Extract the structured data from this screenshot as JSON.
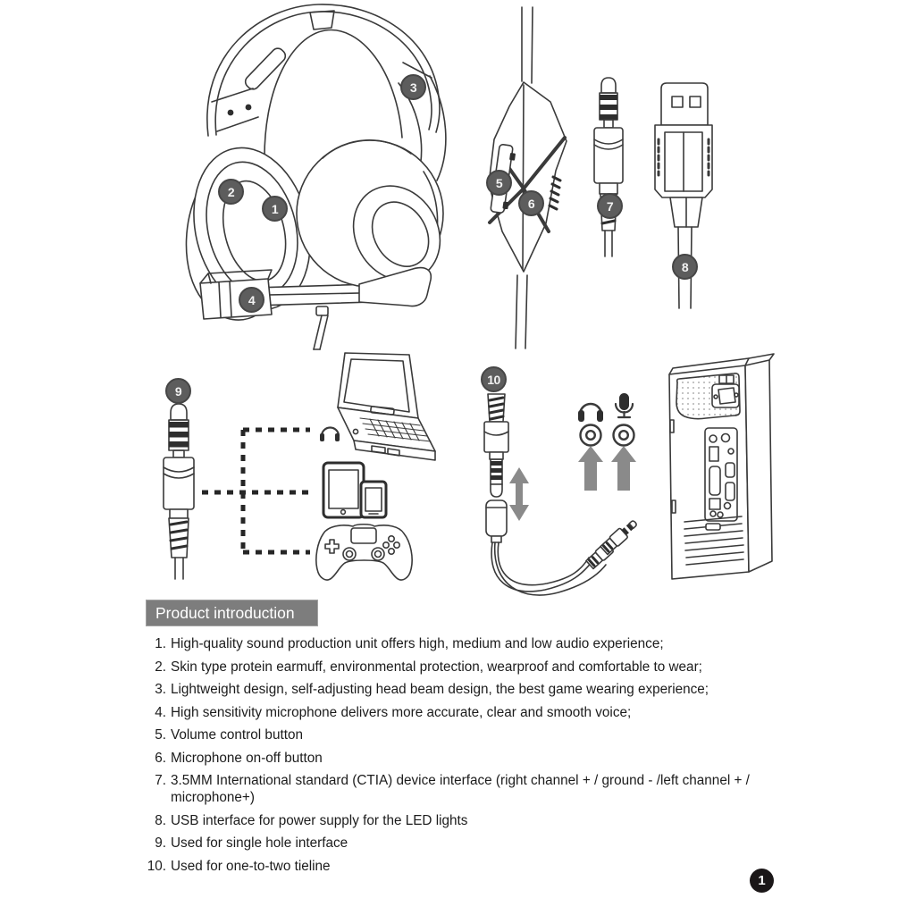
{
  "page": {
    "background": "#ffffff",
    "page_number": "1"
  },
  "section_header": {
    "title": "Product introduction",
    "bg_color": "#7d7d7d",
    "text_color": "#ffffff"
  },
  "features": [
    {
      "num": "1.",
      "text": "High-quality sound production unit offers high, medium and low audio experience;"
    },
    {
      "num": "2.",
      "text": "Skin type protein earmuff, environmental protection, wearproof and comfortable to wear;"
    },
    {
      "num": "3.",
      "text": "Lightweight design, self-adjusting head beam design, the best game wearing experience;"
    },
    {
      "num": "4.",
      "text": "High sensitivity microphone delivers more accurate, clear and smooth voice;"
    },
    {
      "num": "5.",
      "text": "Volume control button"
    },
    {
      "num": "6.",
      "text": "Microphone on-off button"
    },
    {
      "num": "7.",
      "text": "3.5MM International standard (CTIA) device interface (right channel + / ground - /left channel + / microphone+)"
    },
    {
      "num": "8.",
      "text": "USB interface for power supply for the LED lights"
    },
    {
      "num": "9.",
      "text": "Used for single hole interface"
    },
    {
      "num": "10.",
      "text": "Used for one-to-two tieline"
    }
  ],
  "diagram": {
    "callouts": [
      {
        "label": "1"
      },
      {
        "label": "2"
      },
      {
        "label": "3"
      },
      {
        "label": "4"
      },
      {
        "label": "5"
      },
      {
        "label": "6"
      },
      {
        "label": "7"
      },
      {
        "label": "8"
      },
      {
        "label": "9"
      },
      {
        "label": "10"
      }
    ],
    "figures": [
      "headset",
      "inline-volume-control",
      "3.5mm-plug",
      "usb-plug",
      "3.5mm-single-plug",
      "laptop",
      "tablet",
      "smartphone",
      "game-controller",
      "one-to-two-splitter",
      "headphone-jack",
      "microphone-jack",
      "pc-tower"
    ],
    "colors": {
      "line": "#3a3a3a",
      "callout_fill": "#5d5d5d",
      "arrow_gray": "#8a8a8a",
      "dash": "#262626"
    }
  }
}
